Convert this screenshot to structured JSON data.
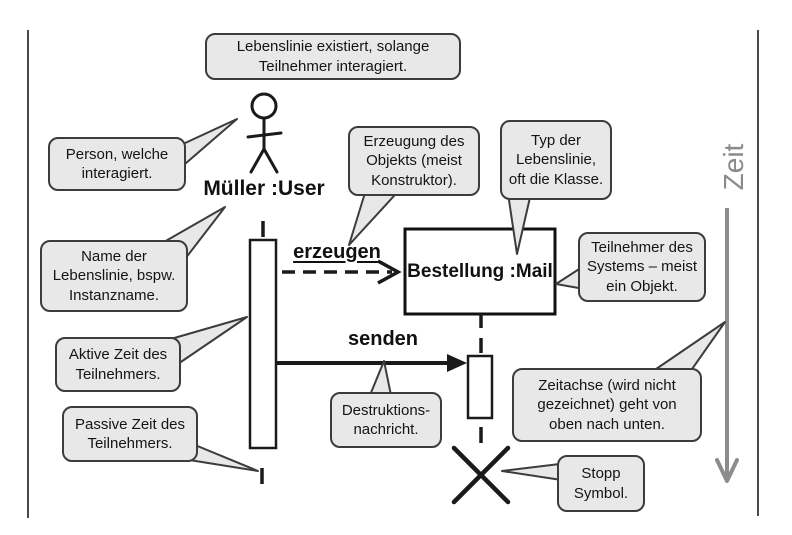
{
  "colors": {
    "line": "#1a1a1a",
    "callout_fill": "#e8e8e8",
    "callout_border": "#3c3c3c",
    "object_fill": "#ffffff",
    "time_axis": "#8c8c8c",
    "frame_line": "#4a4a4a"
  },
  "diagram": {
    "actor_label": "Müller :User",
    "object_label": "Bestellung :Mail",
    "message_create_label": "erzeugen",
    "message_send_label": "senden",
    "time_axis_label": "Zeit"
  },
  "callouts": {
    "lifeline": {
      "text": "Lebenslinie existiert, solange\nTeilnehmer interagiert."
    },
    "person": {
      "text": "Person, welche\ninteragiert."
    },
    "name": {
      "text": "Name der\nLebenslinie, bspw.\nInstanzname."
    },
    "aktive": {
      "text": "Aktive Zeit des\nTeilnehmers."
    },
    "passive": {
      "text": "Passive Zeit des\nTeilnehmers."
    },
    "erzeugung": {
      "text": "Erzeugung des\nObjekts (meist\nKonstruktor)."
    },
    "typ": {
      "text": "Typ der\nLebenslinie,\noft die Klasse."
    },
    "teilnehmer": {
      "text": "Teilnehmer des\nSystems – meist\nein Objekt."
    },
    "zeitachse": {
      "text": "Zeitachse (wird nicht\ngezeichnet) geht von\noben nach unten."
    },
    "destruktion": {
      "text": "Destruktions-\nnachricht."
    },
    "stopp": {
      "text": "Stopp\nSymbol."
    }
  }
}
